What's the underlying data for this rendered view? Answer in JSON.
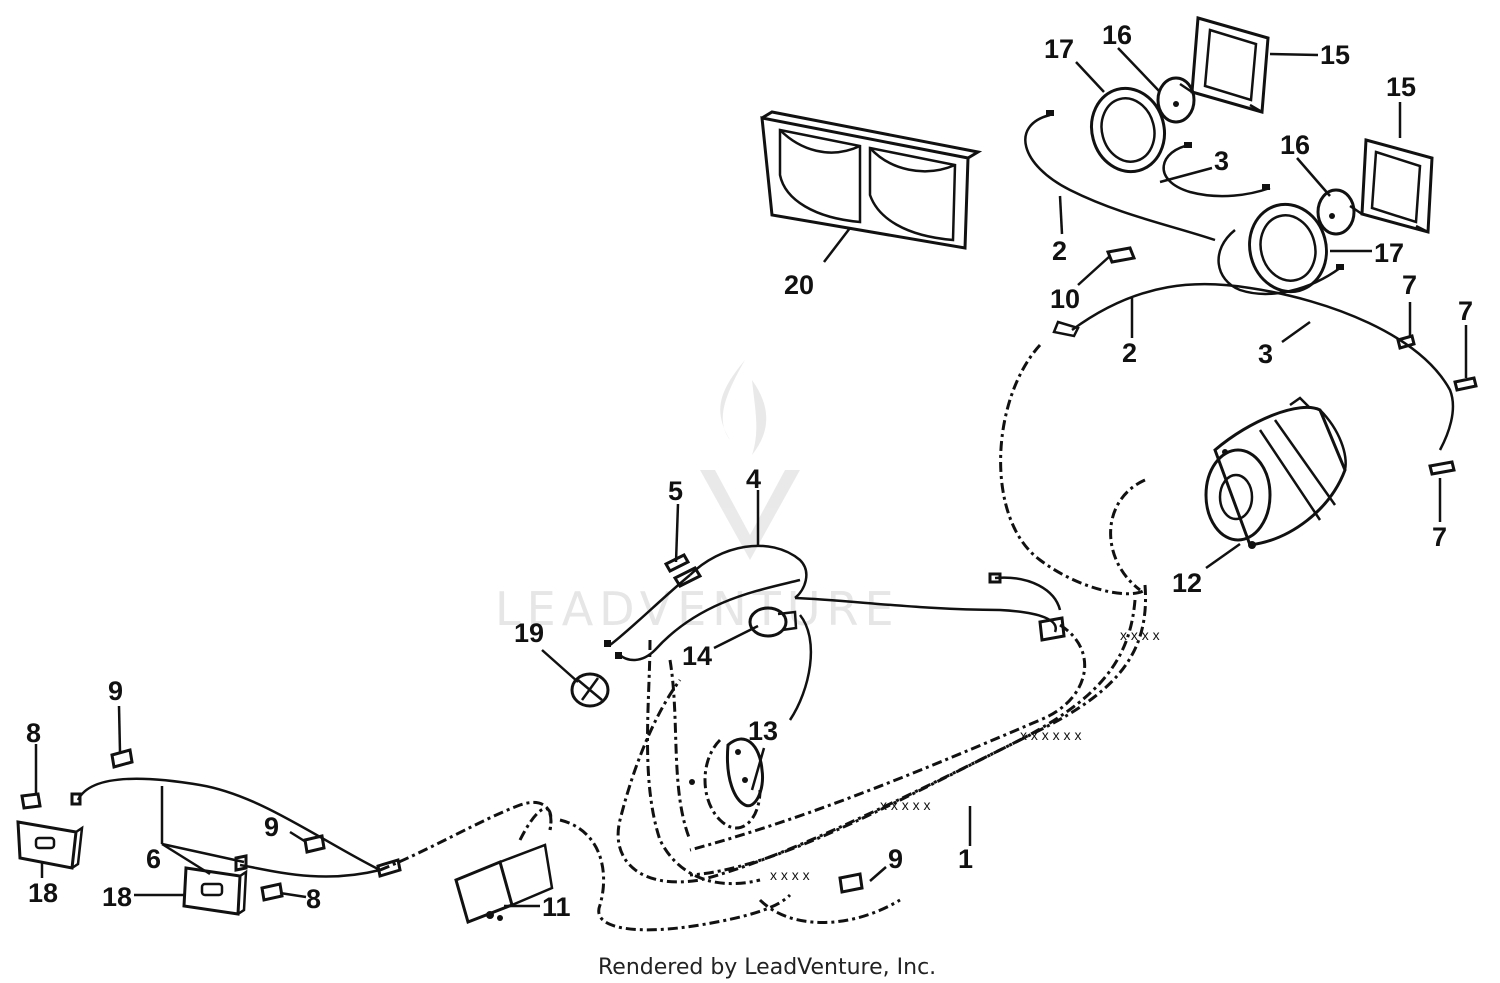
{
  "callouts": [
    "1",
    "2",
    "2",
    "3",
    "3",
    "4",
    "5",
    "6",
    "7",
    "7",
    "7",
    "8",
    "8",
    "9",
    "9",
    "9",
    "10",
    "11",
    "12",
    "13",
    "14",
    "15",
    "15",
    "16",
    "16",
    "17",
    "17",
    "18",
    "18",
    "19",
    "20"
  ],
  "footer": {
    "credit": "Rendered by LeadVenture, Inc."
  },
  "watermark": {
    "text": "LEADVENTURE"
  }
}
